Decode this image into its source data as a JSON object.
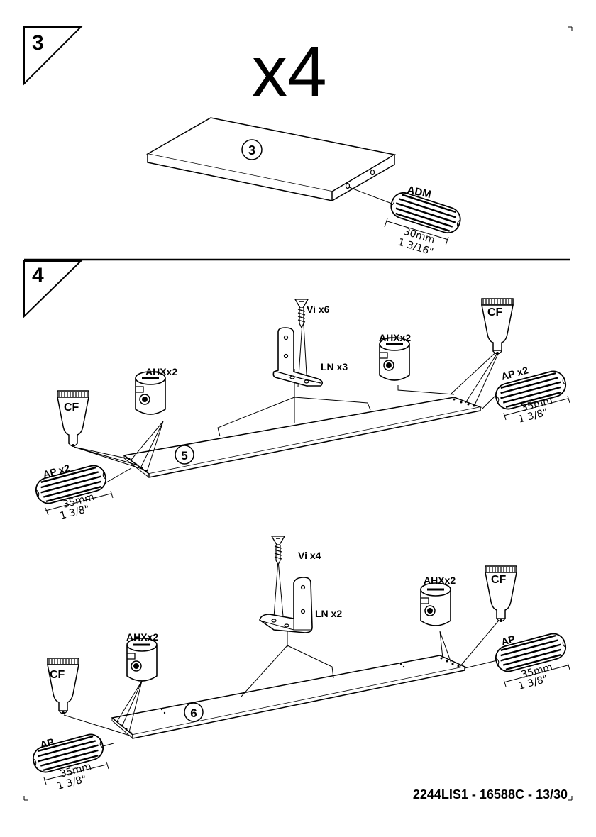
{
  "page": {
    "footer_code": "2244LIS1 - 16588C - 13/30"
  },
  "step3": {
    "number": "3",
    "quantity": "x4",
    "panel_number": "3",
    "dowel_label": "ADM",
    "dowel_mm": "30mm",
    "dowel_in": "1 3/16\""
  },
  "step4": {
    "number": "4",
    "upper": {
      "screw_label": "Vi  x6",
      "bracket_label": "LN  x3",
      "cam_left_label": "AHXx2",
      "cam_right_label": "AHXx2",
      "glue_left_label": "CF",
      "glue_right_label": "CF",
      "dowel_left_label": "AP  x2",
      "dowel_right_label": "AP  x2",
      "dowel_mm": "35mm",
      "dowel_in": "1 3/8\"",
      "panel_number": "5"
    },
    "lower": {
      "screw_label": "Vi  x4",
      "bracket_label": "LN  x2",
      "cam_left_label": "AHXx2",
      "cam_right_label": "AHXx2",
      "glue_left_label": "CF",
      "glue_right_label": "CF",
      "dowel_left_label": "AP",
      "dowel_right_label": "AP",
      "dowel_mm": "35mm",
      "dowel_in": "1 3/8\"",
      "panel_number": "6"
    }
  },
  "icons": [
    "corner-mark-icon",
    "screw-icon",
    "l-bracket-icon",
    "cam-lock-icon",
    "glue-tube-icon",
    "wooden-dowel-icon"
  ]
}
